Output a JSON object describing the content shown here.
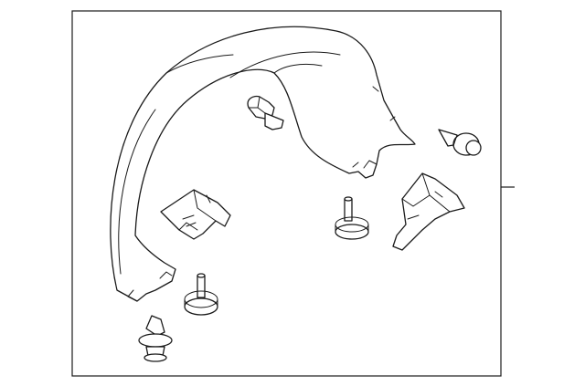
{
  "diagram": {
    "parts": [
      {
        "icon": "wheel-arch-liner"
      },
      {
        "icon": "push-pin-fastener"
      },
      {
        "icon": "push-pin-fastener"
      },
      {
        "icon": "push-pin-fastener"
      },
      {
        "icon": "mounting-bracket"
      },
      {
        "icon": "mounting-bracket"
      },
      {
        "icon": "stud-pin"
      },
      {
        "icon": "stud-pin"
      }
    ],
    "colors": {
      "line": "#1a1a1a",
      "background": "#ffffff"
    }
  }
}
